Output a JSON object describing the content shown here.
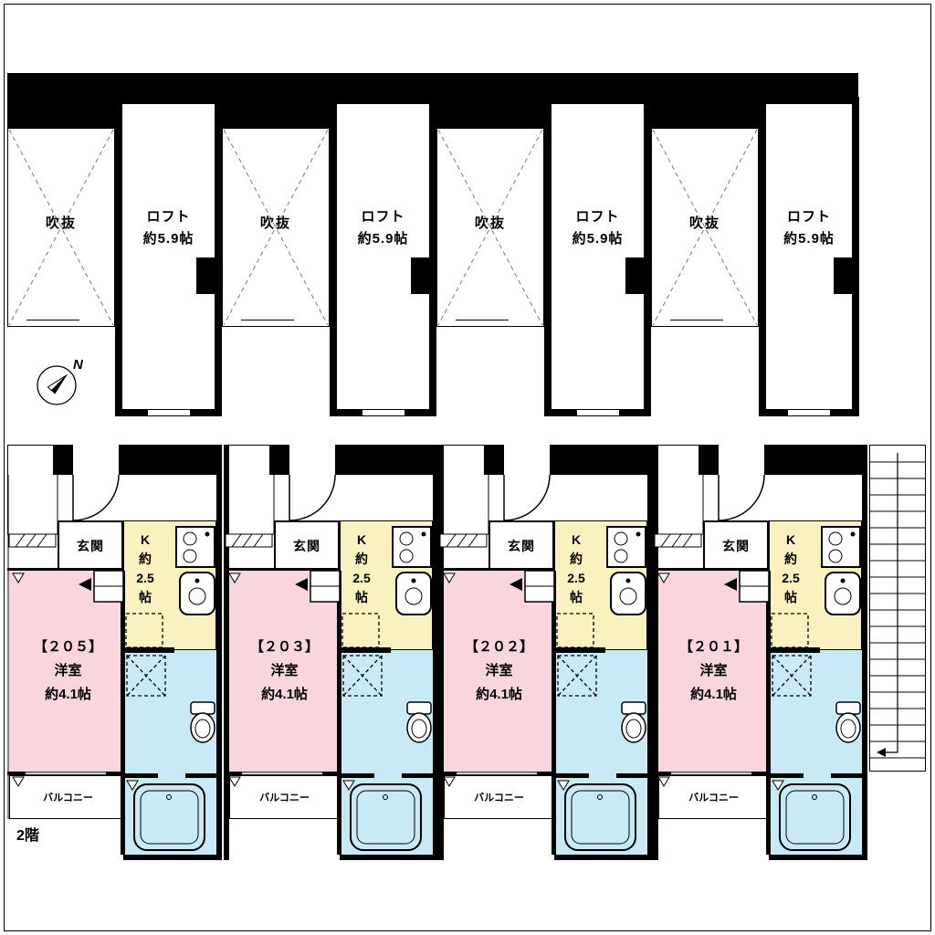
{
  "colors": {
    "room_pink": "#f9d6de",
    "kitchen_yellow": "#f9f2c0",
    "bath_blue": "#c9e9f7",
    "wall_black": "#000000"
  },
  "compass": {
    "label": "N"
  },
  "loft_floor": {
    "units": [
      {
        "void_label": "吹抜",
        "loft_label": "ロフト\n約5.9帖"
      },
      {
        "void_label": "吹抜",
        "loft_label": "ロフト\n約5.9帖"
      },
      {
        "void_label": "吹抜",
        "loft_label": "ロフト\n約5.9帖"
      },
      {
        "void_label": "吹抜",
        "loft_label": "ロフト\n約5.9帖"
      }
    ]
  },
  "second_floor": {
    "floor_label": "2階",
    "units": [
      {
        "entrance": "玄関",
        "kitchen": "K\n約\n2.5\n帖",
        "room": "【２０５】\n洋室\n約4.1帖",
        "balcony": "バルコニー"
      },
      {
        "entrance": "玄関",
        "kitchen": "K\n約\n2.5\n帖",
        "room": "【２０３】\n洋室\n約4.1帖",
        "balcony": "バルコニー"
      },
      {
        "entrance": "玄関",
        "kitchen": "K\n約\n2.5\n帖",
        "room": "【２０２】\n洋室\n約4.1帖",
        "balcony": "バルコニー"
      },
      {
        "entrance": "玄関",
        "kitchen": "K\n約\n2.5\n帖",
        "room": "【２０１】\n洋室\n約4.1帖",
        "balcony": "バルコニー"
      }
    ]
  }
}
